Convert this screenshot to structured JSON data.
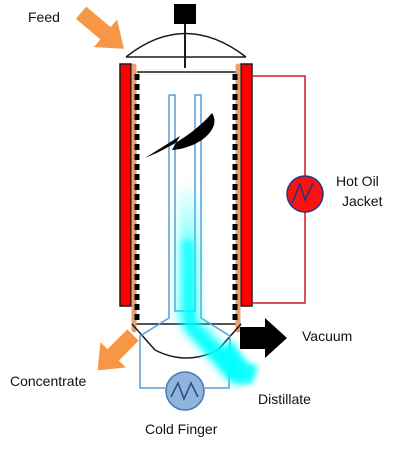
{
  "labels": {
    "feed": "Feed",
    "hot_oil_line1": "Hot Oil",
    "hot_oil_line2": "Jacket",
    "vacuum": "Vacuum",
    "concentrate": "Concentrate",
    "distillate": "Distillate",
    "cold_finger": "Cold Finger"
  },
  "colors": {
    "outline": "#1a1a1a",
    "heating_jacket": "#ff0000",
    "jacket_line": "#d01818",
    "heat_exchanger_fill": "#ff1010",
    "inner_wall": "#e8a070",
    "feed_arrow": "#f79646",
    "concentrate_arrow": "#f79646",
    "vacuum_arrow": "#000000",
    "cold_finger": "#5b9bd5",
    "cold_finger_exchanger": "#8fb4de",
    "distillate_stream": "#00ffff"
  },
  "icons": {
    "heat_exchanger": "zigzag-circle-icon",
    "wiper": "curved-arrow-icon"
  }
}
